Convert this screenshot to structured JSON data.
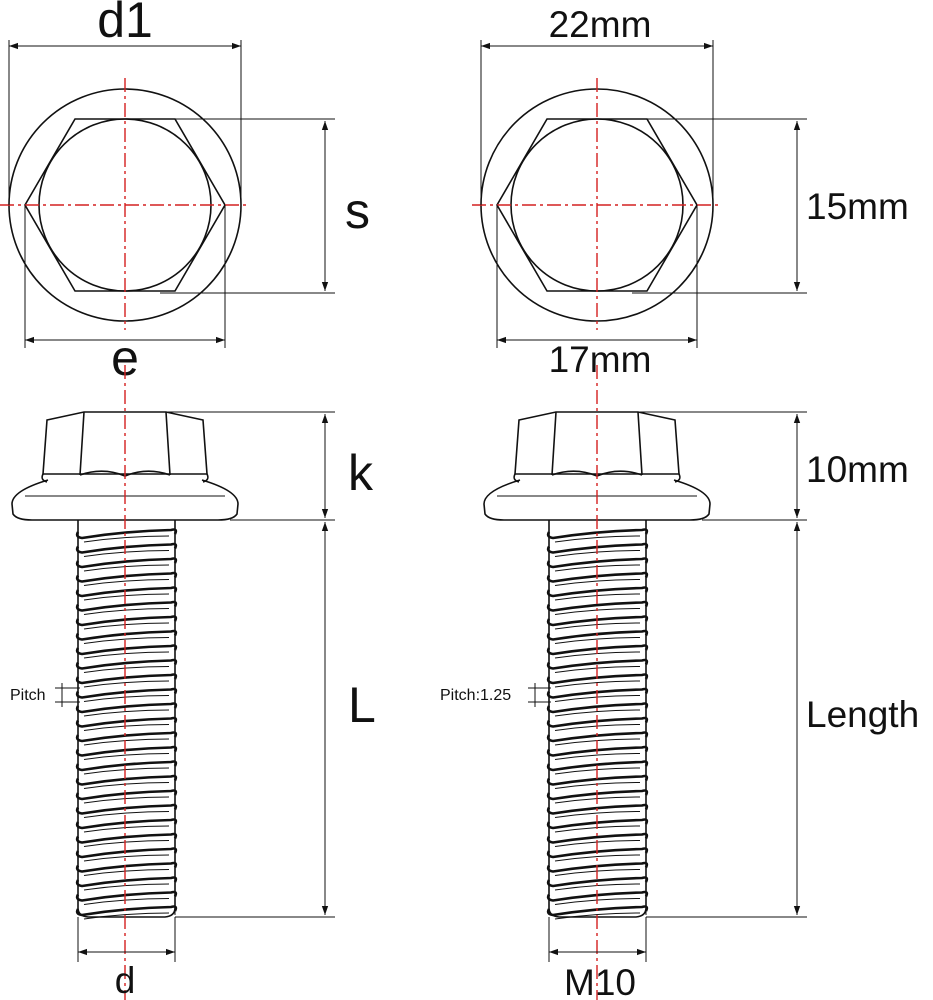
{
  "left_view": {
    "head_diameter_label": "d1",
    "across_flats_label": "s",
    "across_corners_label": "e",
    "head_height_label": "k",
    "length_label": "L",
    "pitch_label": "Pitch",
    "thread_diameter_label": "d"
  },
  "right_view": {
    "head_diameter_label": "22mm",
    "across_flats_label": "15mm",
    "across_corners_label": "17mm",
    "head_height_label": "10mm",
    "length_label": "Length",
    "pitch_label": "Pitch:1.25",
    "thread_diameter_label": "M10"
  },
  "colors": {
    "outline": "#111111",
    "centerline": "#d42020",
    "background": "#ffffff"
  }
}
